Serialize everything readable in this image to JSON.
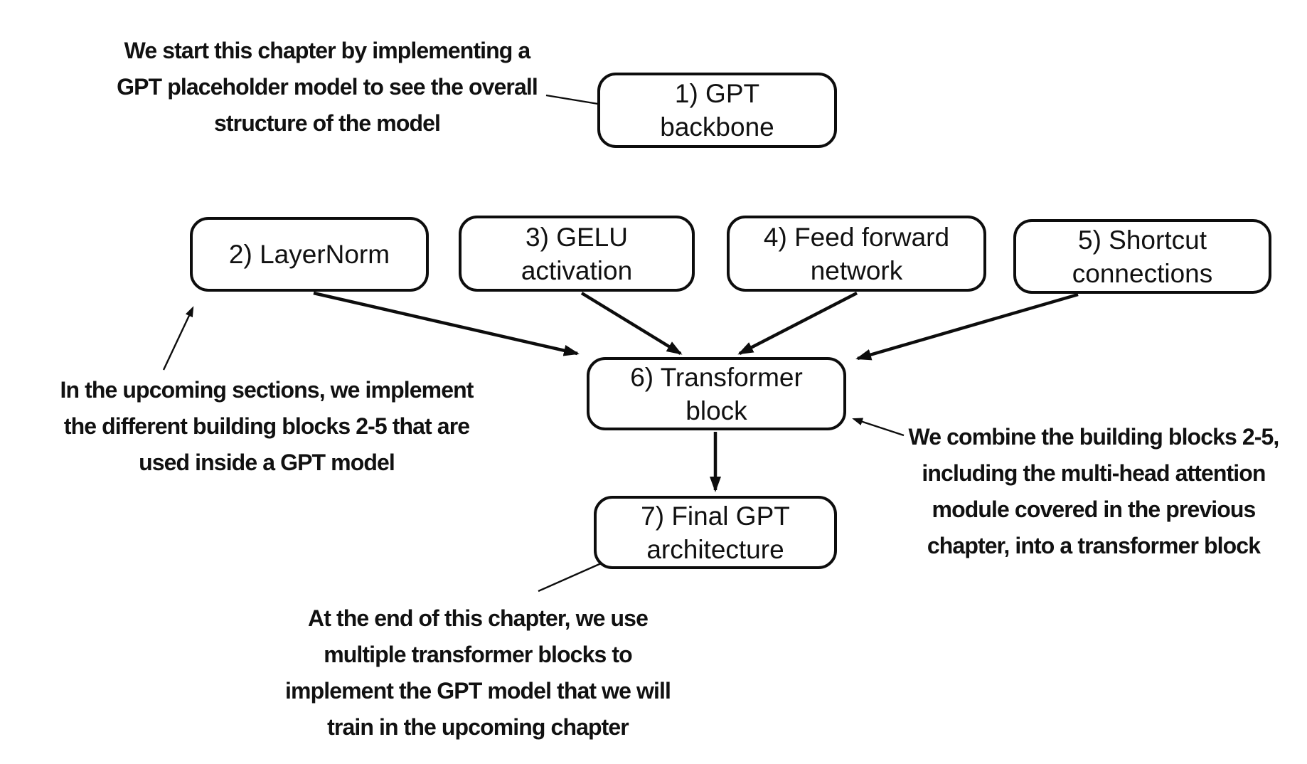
{
  "diagram": {
    "title_hint": "GPT architecture chapter overview flowchart",
    "background_color": "#ffffff",
    "stroke_color": "#0d0d0d",
    "boxes": [
      {
        "id": "gpt-backbone",
        "label": "1) GPT\nbackbone"
      },
      {
        "id": "layernorm",
        "label": "2) LayerNorm"
      },
      {
        "id": "gelu-activation",
        "label": "3) GELU\nactivation"
      },
      {
        "id": "feed-forward-network",
        "label": "4) Feed forward\nnetwork"
      },
      {
        "id": "shortcut-connections",
        "label": "5) Shortcut\nconnections"
      },
      {
        "id": "transformer-block",
        "label": "6) Transformer\nblock"
      },
      {
        "id": "final-gpt-architecture",
        "label": "7) Final GPT\narchitecture"
      }
    ],
    "edges": [
      {
        "from": "2) LayerNorm",
        "to": "6) Transformer block"
      },
      {
        "from": "3) GELU activation",
        "to": "6) Transformer block"
      },
      {
        "from": "4) Feed forward network",
        "to": "6) Transformer block"
      },
      {
        "from": "5) Shortcut connections",
        "to": "6) Transformer block"
      },
      {
        "from": "6) Transformer block",
        "to": "7) Final GPT architecture"
      }
    ],
    "annotations": [
      {
        "id": "gpt-backbone-note",
        "points_to": "1) GPT backbone",
        "text": "We start this chapter by implementing a\nGPT placeholder model to see the overall\nstructure of the model"
      },
      {
        "id": "building-blocks-note",
        "points_to": "2) LayerNorm",
        "text": "In the upcoming sections, we implement\nthe different building blocks 2-5 that are\nused inside a GPT model"
      },
      {
        "id": "transformer-block-note",
        "points_to": "6) Transformer block",
        "text": "We combine the building blocks 2-5,\nincluding the multi-head attention\nmodule covered in the previous\nchapter, into a transformer block"
      },
      {
        "id": "final-architecture-note",
        "points_to": "7) Final GPT architecture",
        "text": "At the end of this chapter, we use\nmultiple transformer blocks to\nimplement the GPT model that we will\ntrain in the upcoming chapter"
      }
    ]
  }
}
